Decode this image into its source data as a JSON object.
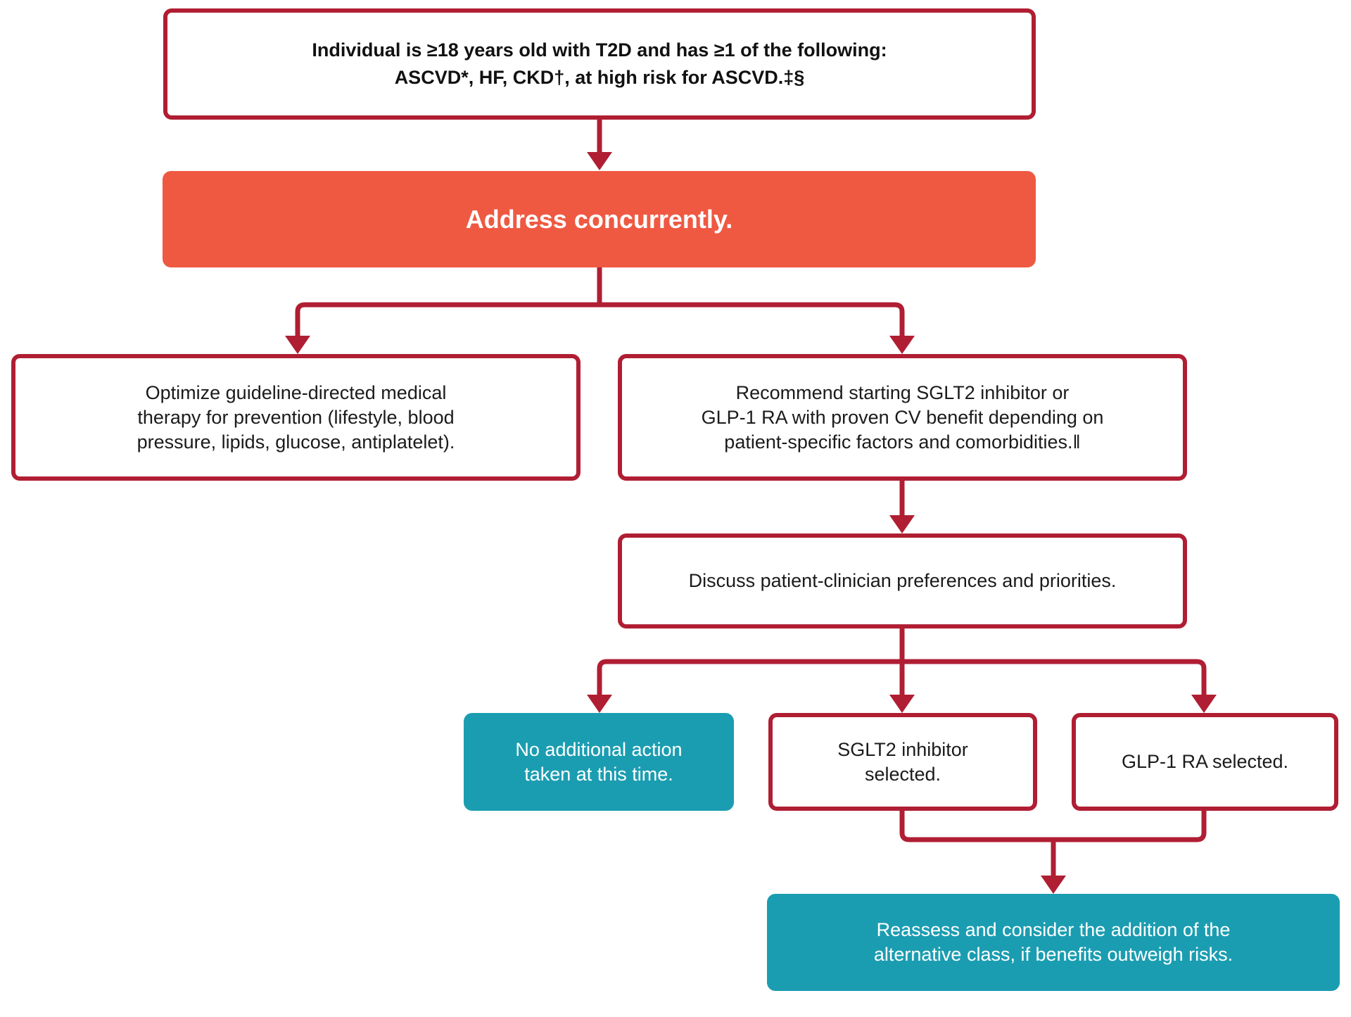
{
  "colors": {
    "connector_and_border_red": "#B01E33",
    "banner_orange": "#EF5942",
    "action_teal": "#1B9DB1",
    "text_dark": "#1B1B1B",
    "text_light": "#FFFFFF"
  },
  "flowchart": {
    "eligibility_box": {
      "lines": [
        "Individual is ≥18 years old with T2D and has ≥1 of the following:",
        "ASCVD*, HF, CKD†, at high risk for ASCVD.‡§"
      ]
    },
    "address_box": {
      "lines": [
        "Address concurrently."
      ]
    },
    "optimize_box": {
      "lines": [
        "Optimize guideline-directed medical",
        "therapy for prevention (lifestyle, blood",
        "pressure, lipids, glucose, antiplatelet)."
      ]
    },
    "recommend_box": {
      "lines": [
        "Recommend starting SGLT2 inhibitor or",
        "GLP-1 RA with proven CV benefit depending on",
        "patient-specific factors and comorbidities.‖"
      ]
    },
    "discuss_box": {
      "lines": [
        "Discuss patient-clinician preferences and priorities."
      ]
    },
    "no_action_box": {
      "lines": [
        "No additional action",
        "taken at this time."
      ]
    },
    "sglt2_box": {
      "lines": [
        "SGLT2 inhibitor",
        "selected."
      ]
    },
    "glp1_box": {
      "lines": [
        "GLP-1 RA selected."
      ]
    },
    "reassess_box": {
      "lines": [
        "Reassess and consider the addition of the",
        "alternative class, if benefits outweigh risks."
      ]
    }
  }
}
